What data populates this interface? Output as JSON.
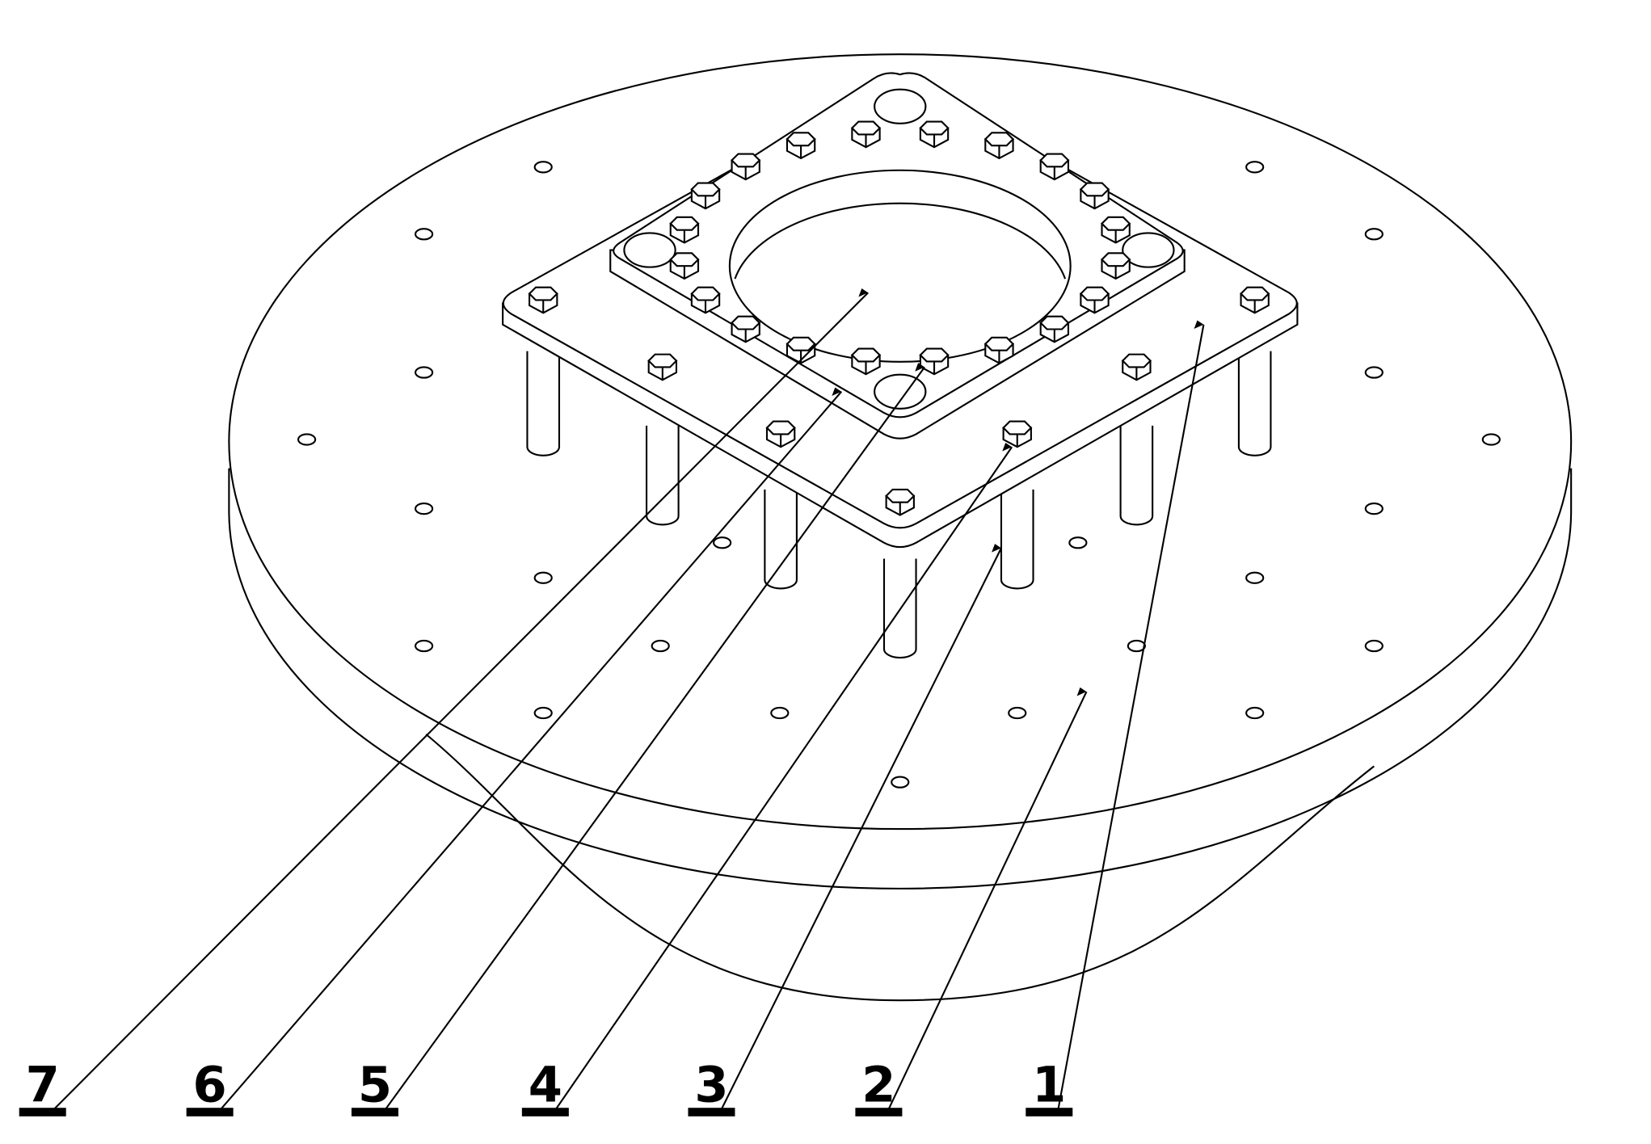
{
  "figure": {
    "reference_labels": [
      "7",
      "6",
      "5",
      "4",
      "3",
      "2",
      "1"
    ]
  }
}
